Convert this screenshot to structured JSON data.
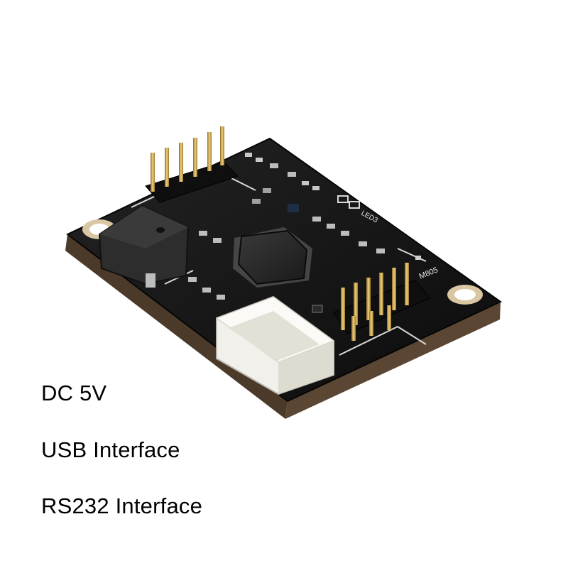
{
  "board": {
    "label_led": "LED3",
    "label_model": "M805"
  },
  "features": [
    "DC 5V",
    "USB Interface",
    "RS232 Interface"
  ],
  "colors": {
    "pcb": "#141414",
    "pcb_edge": "#5a4632",
    "silkscreen": "#e6e6e6",
    "gold": "#c9a24a",
    "connector_white": "#f2f0ea",
    "background": "#ffffff"
  }
}
